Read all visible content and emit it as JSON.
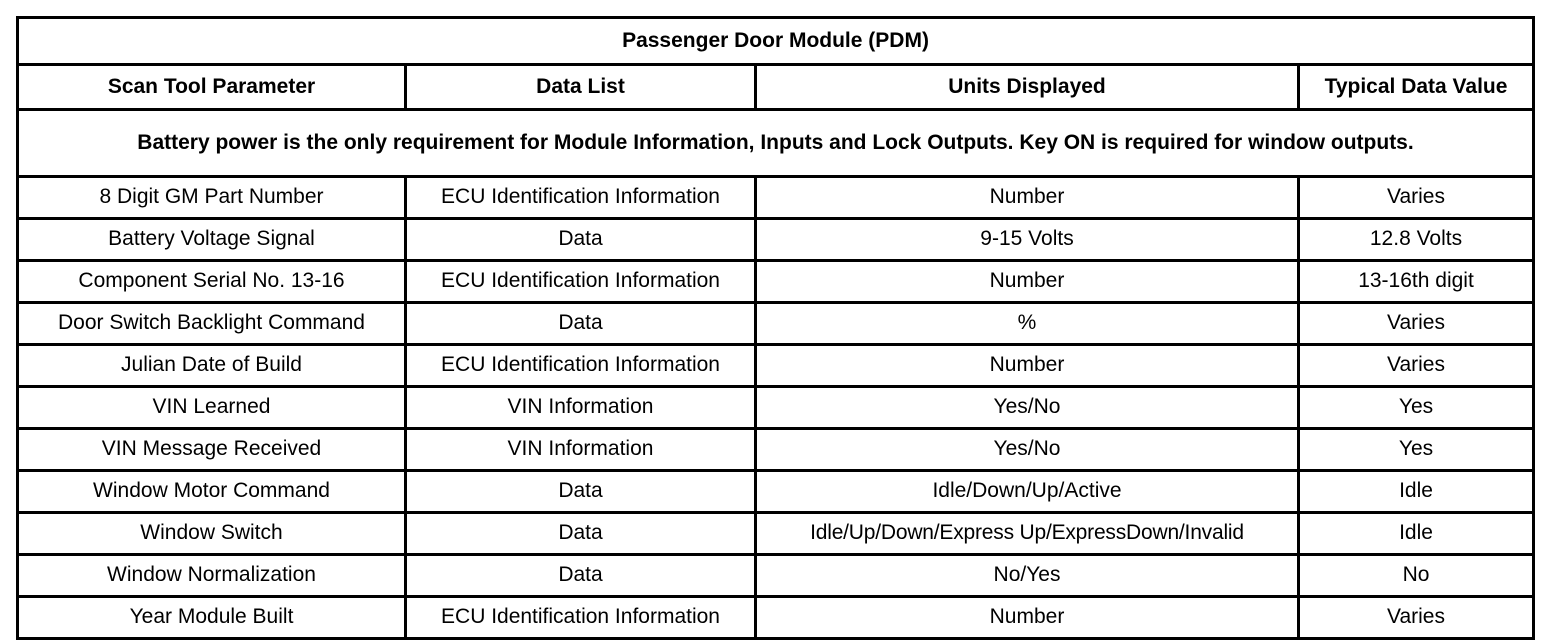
{
  "table": {
    "title": "Passenger Door Module (PDM)",
    "columns": [
      "Scan Tool Parameter",
      "Data List",
      "Units Displayed",
      "Typical Data Value"
    ],
    "note": "Battery power is the only requirement for Module Information, Inputs and Lock Outputs. Key ON is required for window outputs.",
    "rows": [
      {
        "parameter": "8 Digit GM Part Number",
        "data_list": "ECU Identification Information",
        "units": "Number",
        "typical": "Varies"
      },
      {
        "parameter": "Battery Voltage Signal",
        "data_list": "Data",
        "units": "9-15 Volts",
        "typical": "12.8 Volts"
      },
      {
        "parameter": "Component Serial No. 13-16",
        "data_list": "ECU Identification Information",
        "units": "Number",
        "typical": "13-16th digit"
      },
      {
        "parameter": "Door Switch Backlight Command",
        "data_list": "Data",
        "units": "%",
        "typical": "Varies"
      },
      {
        "parameter": "Julian Date of Build",
        "data_list": "ECU Identification Information",
        "units": "Number",
        "typical": "Varies"
      },
      {
        "parameter": "VIN Learned",
        "data_list": "VIN Information",
        "units": "Yes/No",
        "typical": "Yes"
      },
      {
        "parameter": "VIN Message Received",
        "data_list": "VIN Information",
        "units": "Yes/No",
        "typical": "Yes"
      },
      {
        "parameter": "Window Motor Command",
        "data_list": "Data",
        "units": "Idle/Down/Up/Active",
        "typical": "Idle"
      },
      {
        "parameter": "Window Switch",
        "data_list": "Data",
        "units": "Idle/Up/Down/Express Up/ExpressDown/Invalid",
        "typical": "Idle"
      },
      {
        "parameter": "Window Normalization",
        "data_list": "Data",
        "units": "No/Yes",
        "typical": "No"
      },
      {
        "parameter": "Year Module Built",
        "data_list": "ECU Identification Information",
        "units": "Number",
        "typical": "Varies"
      }
    ]
  },
  "colors": {
    "border": "#000000",
    "background": "#ffffff",
    "text": "#000000"
  }
}
